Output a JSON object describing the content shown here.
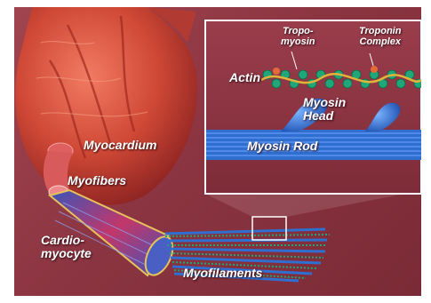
{
  "labels": {
    "myocardium": "Myocardium",
    "myofibers": "Myofibers",
    "cardiomyocyte": [
      "Cardio-",
      "myocyte"
    ],
    "myofilaments": "Myofilaments",
    "actin": "Actin",
    "tropomyosin": [
      "Tropo-",
      "myosin"
    ],
    "troponin_complex": [
      "Troponin",
      "Complex"
    ],
    "myosin_head": [
      "Myosin",
      "Head"
    ],
    "myosin_rod": "Myosin Rod"
  },
  "icons": [
    "heart-illustration",
    "myofiber-bundle",
    "cardiomyocyte-cylinder",
    "myofilament-lattice",
    "sarcomere-inset"
  ],
  "colors": {
    "background": "#8c3542",
    "heart": "#d9503f",
    "actin": "#1fa77a",
    "tropomyosin": "#e0b43a",
    "myosin": "#2f6fd0",
    "inset_border": "#ffffff"
  }
}
